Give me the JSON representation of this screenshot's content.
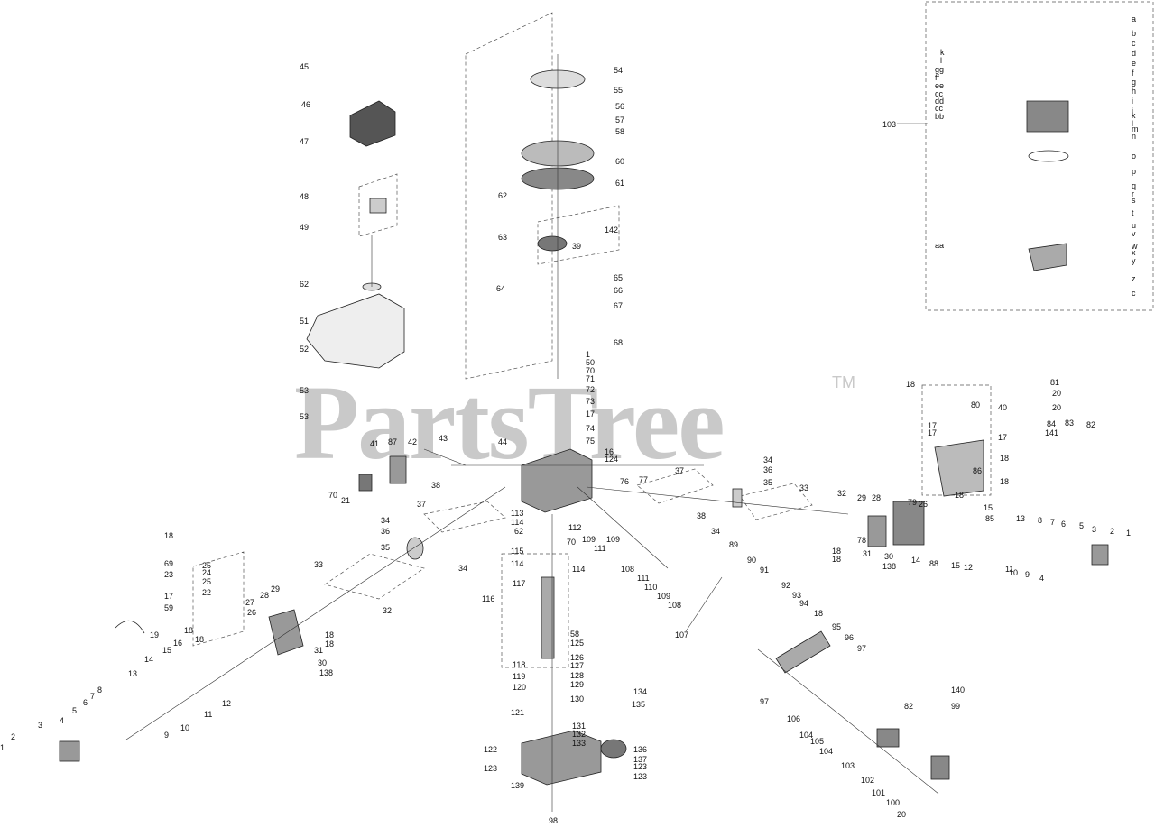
{
  "watermark": {
    "brand": "PartsTree",
    "mark": "TM"
  },
  "callouts": {
    "c1": "1",
    "c2": "2",
    "c3": "3",
    "c4": "4",
    "c5": "5",
    "c6": "6",
    "c7": "7",
    "c8": "8",
    "c9": "9",
    "c10": "10",
    "c11": "11",
    "c12": "12",
    "c13": "13",
    "c14": "14",
    "c15": "15",
    "c16": "16",
    "c17": "17",
    "c18": "18",
    "c19": "19",
    "c20": "20",
    "c21": "21",
    "c22": "22",
    "c23": "23",
    "c24": "24",
    "c25": "25",
    "c26": "26",
    "c27": "27",
    "c28": "28",
    "c29": "29",
    "c30": "30",
    "c31": "31",
    "c32": "32",
    "c33": "33",
    "c34": "34",
    "c35": "35",
    "c36": "36",
    "c37": "37",
    "c38": "38",
    "c39": "39",
    "c40": "40",
    "c41": "41",
    "c42": "42",
    "c43": "43",
    "c44": "44",
    "c45": "45",
    "c46": "46",
    "c47": "47",
    "c48": "48",
    "c49": "49",
    "c50": "50",
    "c51": "51",
    "c52": "52",
    "c53": "53",
    "c54": "54",
    "c55": "55",
    "c56": "56",
    "c57": "57",
    "c58": "58",
    "c59": "59",
    "c60": "60",
    "c61": "61",
    "c62": "62",
    "c63": "63",
    "c64": "64",
    "c65": "65",
    "c66": "66",
    "c67": "67",
    "c68": "68",
    "c69": "69",
    "c70": "70",
    "c71": "71",
    "c72": "72",
    "c73": "73",
    "c74": "74",
    "c75": "75",
    "c76": "76",
    "c77": "77",
    "c78": "78",
    "c79": "79",
    "c80": "80",
    "c81": "81",
    "c82": "82",
    "c83": "83",
    "c84": "84",
    "c85": "85",
    "c86": "86",
    "c87": "87",
    "c88": "88",
    "c89": "89",
    "c90": "90",
    "c91": "91",
    "c92": "92",
    "c93": "93",
    "c94": "94",
    "c95": "95",
    "c96": "96",
    "c97": "97",
    "c98": "98",
    "c99": "99",
    "c100": "100",
    "c101": "101",
    "c102": "102",
    "c103": "103",
    "c104": "104",
    "c105": "105",
    "c106": "106",
    "c107": "107",
    "c108": "108",
    "c109": "109",
    "c110": "110",
    "c111": "111",
    "c112": "112",
    "c113": "113",
    "c114": "114",
    "c115": "115",
    "c116": "116",
    "c117": "117",
    "c118": "118",
    "c119": "119",
    "c120": "120",
    "c121": "121",
    "c122": "122",
    "c123": "123",
    "c124": "124",
    "c125": "125",
    "c126": "126",
    "c127": "127",
    "c128": "128",
    "c129": "129",
    "c130": "130",
    "c131": "131",
    "c132": "132",
    "c133": "133",
    "c134": "134",
    "c135": "135",
    "c136": "136",
    "c137": "137",
    "c138": "138",
    "c139": "139",
    "c140": "140",
    "c141": "141",
    "c142": "142",
    "la": "a",
    "lb": "b",
    "lc": "c",
    "ld": "d",
    "le": "e",
    "lf": "f",
    "lg": "g",
    "lh": "h",
    "li": "i",
    "lj": "j",
    "lk": "k",
    "ll": "l",
    "lm": "m",
    "ln": "n",
    "lo": "o",
    "lp": "p",
    "lq": "q",
    "lr": "r",
    "ls": "s",
    "lt": "t",
    "lu": "u",
    "lv": "v",
    "lw": "w",
    "lx": "x",
    "ly": "y",
    "lz": "z",
    "laa": "aa",
    "lbb": "bb",
    "lcc": "cc",
    "ldd": "dd",
    "lee": "ee",
    "lff": "ff",
    "lgg": "gg"
  }
}
